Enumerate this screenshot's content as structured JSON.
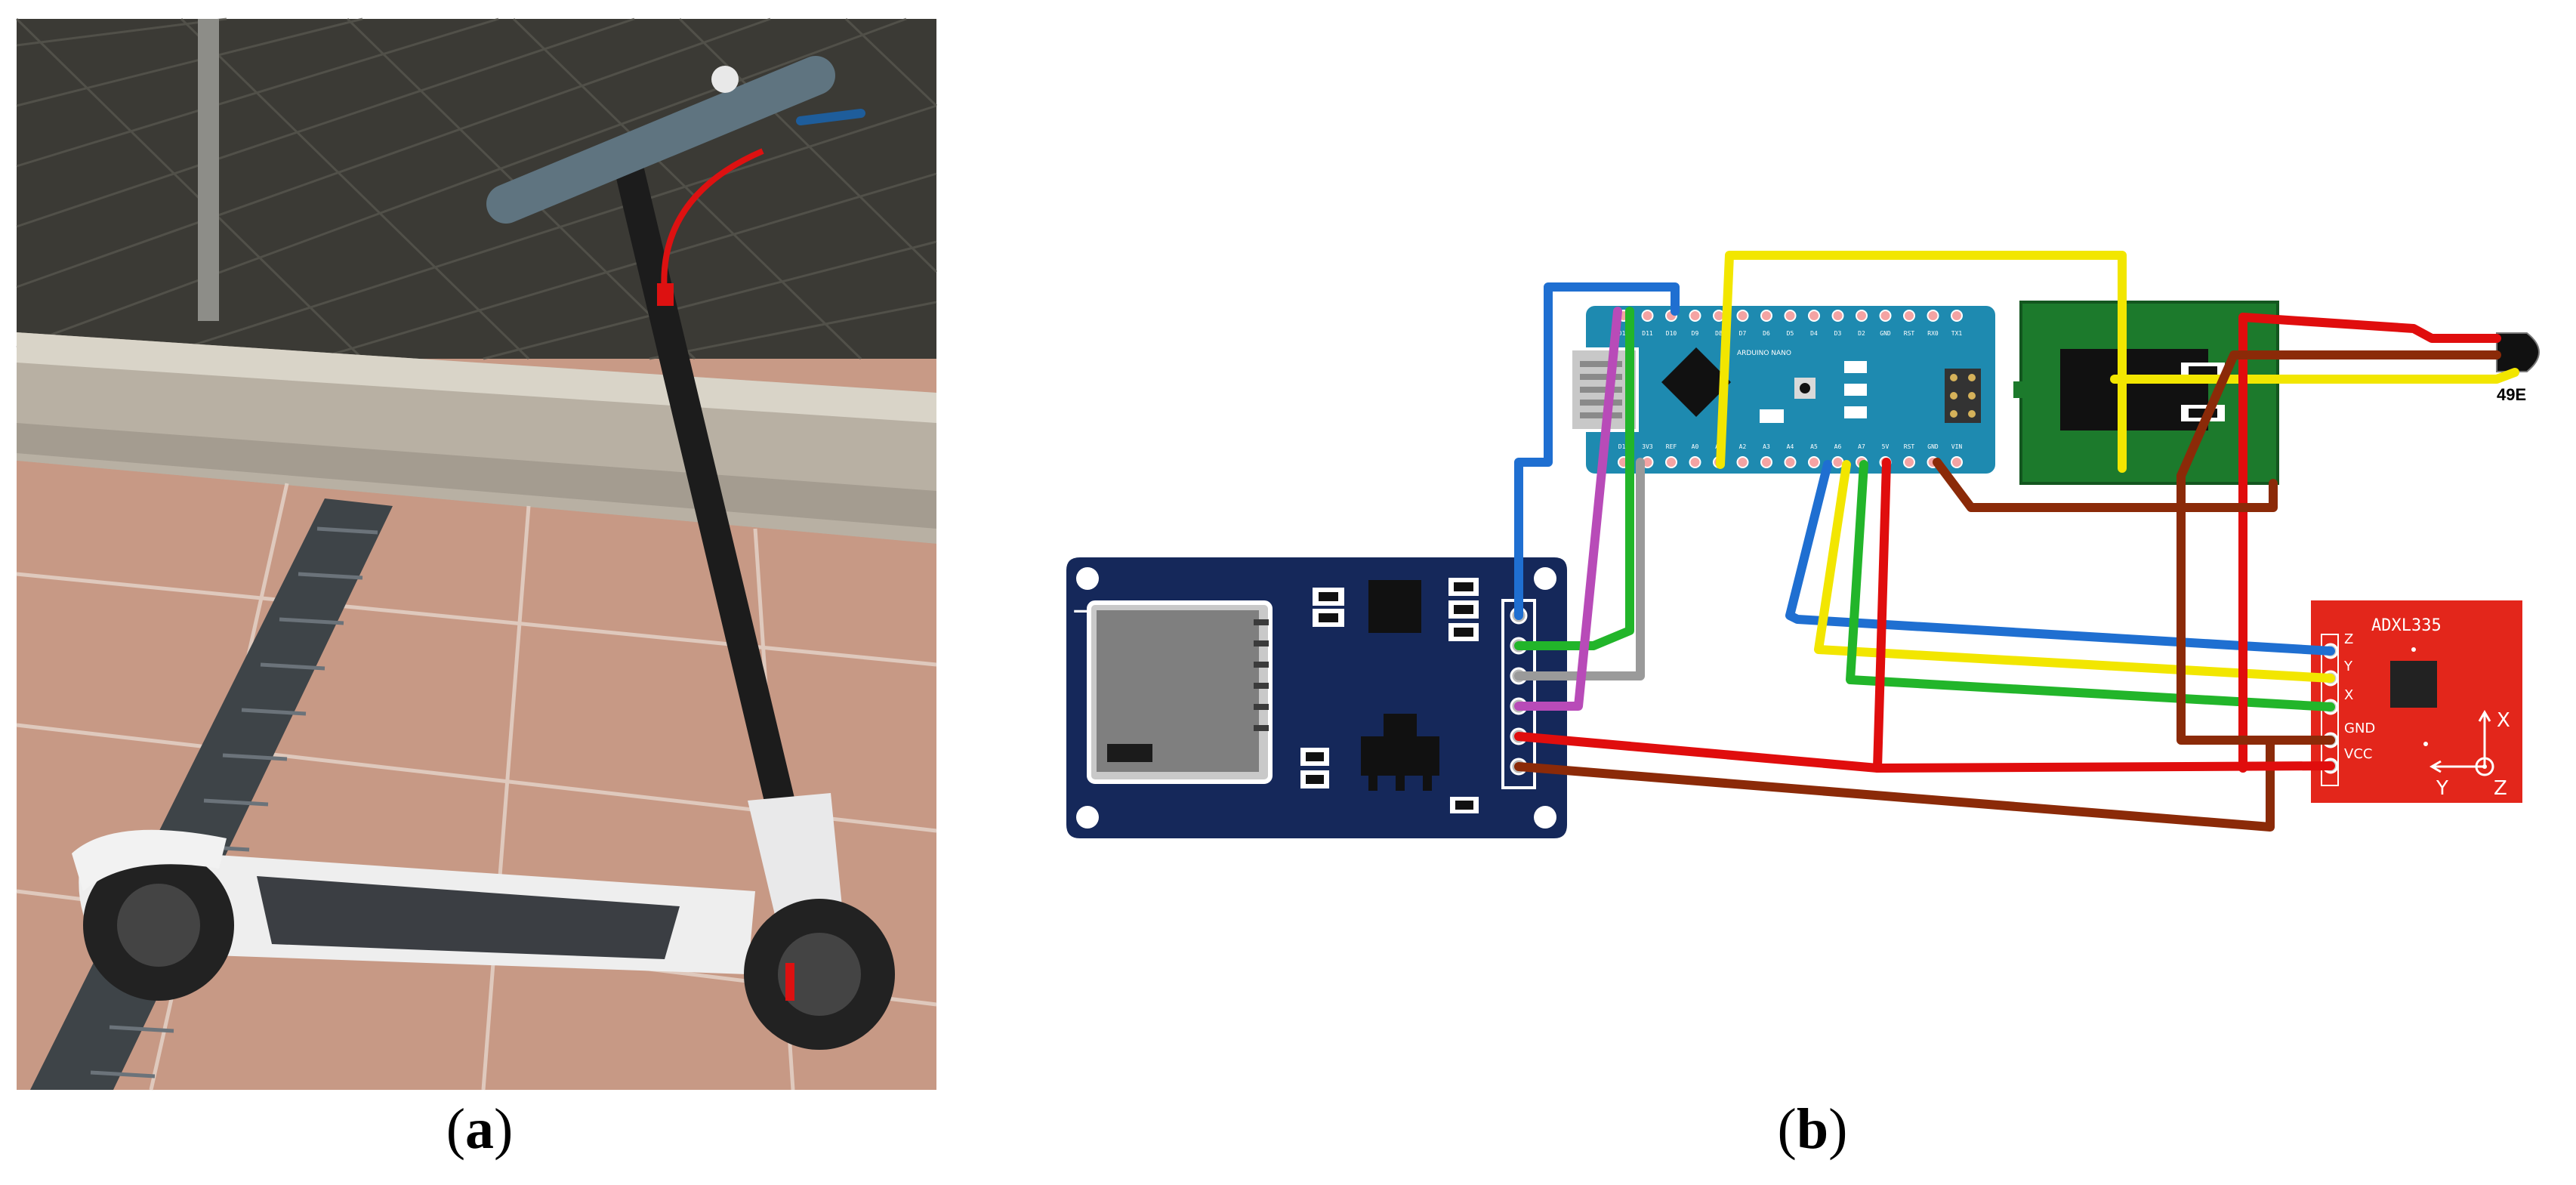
{
  "panel_a": {
    "caption_open": "(",
    "caption_letter": "a",
    "caption_close": ")"
  },
  "panel_b": {
    "caption_open": "(",
    "caption_letter": "b",
    "caption_close": ")",
    "accelerometer": {
      "title": "ADXL335",
      "pins": [
        "Z",
        "Y",
        "X",
        "GND",
        "VCC"
      ],
      "axis_x": "X",
      "axis_y": "Y",
      "axis_z": "Z"
    },
    "hall_sensor": {
      "label": "49E"
    },
    "arduino": {
      "board_text": "ARDUINO NANO",
      "top_pins": [
        "D12",
        "D11",
        "D10",
        "D9",
        "D8",
        "D7",
        "D6",
        "D5",
        "D4",
        "D3",
        "D2",
        "GND",
        "RST",
        "RX0",
        "TX1"
      ],
      "bottom_pins": [
        "D13",
        "3V3",
        "REF",
        "A0",
        "A1",
        "A2",
        "A3",
        "A4",
        "A5",
        "A6",
        "A7",
        "5V",
        "RST",
        "GND",
        "VIN"
      ]
    }
  },
  "colors": {
    "wire_blue": "#1f6fd1",
    "wire_yellow": "#f2e600",
    "wire_green": "#22b52a",
    "wire_red": "#e00d0d",
    "wire_brown": "#8b2a08",
    "wire_gray": "#9a9a9a",
    "wire_magenta": "#b84bb8",
    "sd_board": "#15285a",
    "arduino_board": "#1e8ab0",
    "hall_board": "#1c7a2c",
    "adxl_board": "#e3261b"
  }
}
